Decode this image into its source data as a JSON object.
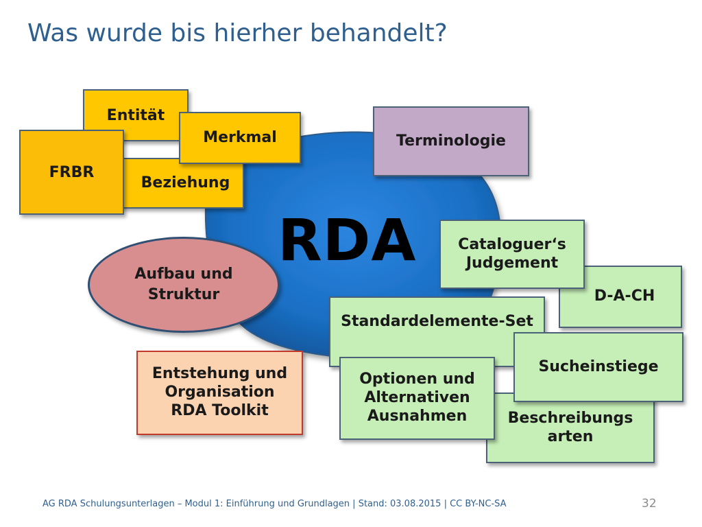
{
  "slide": {
    "title": "Was wurde bis hierher behandelt?",
    "center_label": "RDA",
    "boxes": {
      "entitaet": "Entität",
      "merkmal": "Merkmal",
      "frbr": "FRBR",
      "beziehung": "Beziehung",
      "terminologie": "Terminologie",
      "aufbau_struktur": "Aufbau und Struktur",
      "entstehung": "Entstehung und Organisation RDA Toolkit",
      "cataloguers_judgement": "Cataloguer‘s Judgement",
      "dach": "D-A-CH",
      "standardelemente": "Standardelemente-Set",
      "optionen": "Optionen und Alternativen Ausnahmen",
      "sucheinstiege": "Sucheinstiege",
      "beschreibungsarten": "Beschreibungs arten"
    },
    "footer": "AG RDA Schulungsunterlagen – Modul 1: Einführung und Grundlagen | Stand: 03.08.2015 | CC BY-NC-SA",
    "page_number": "32"
  },
  "colors": {
    "title": "#2e5f8e",
    "blob": "#1a6fc4",
    "yellow": "#ffc700",
    "purple": "#c3a9c8",
    "green": "#c6efb8",
    "peach": "#fbd3b0",
    "ellipse": "#d88e8e"
  }
}
